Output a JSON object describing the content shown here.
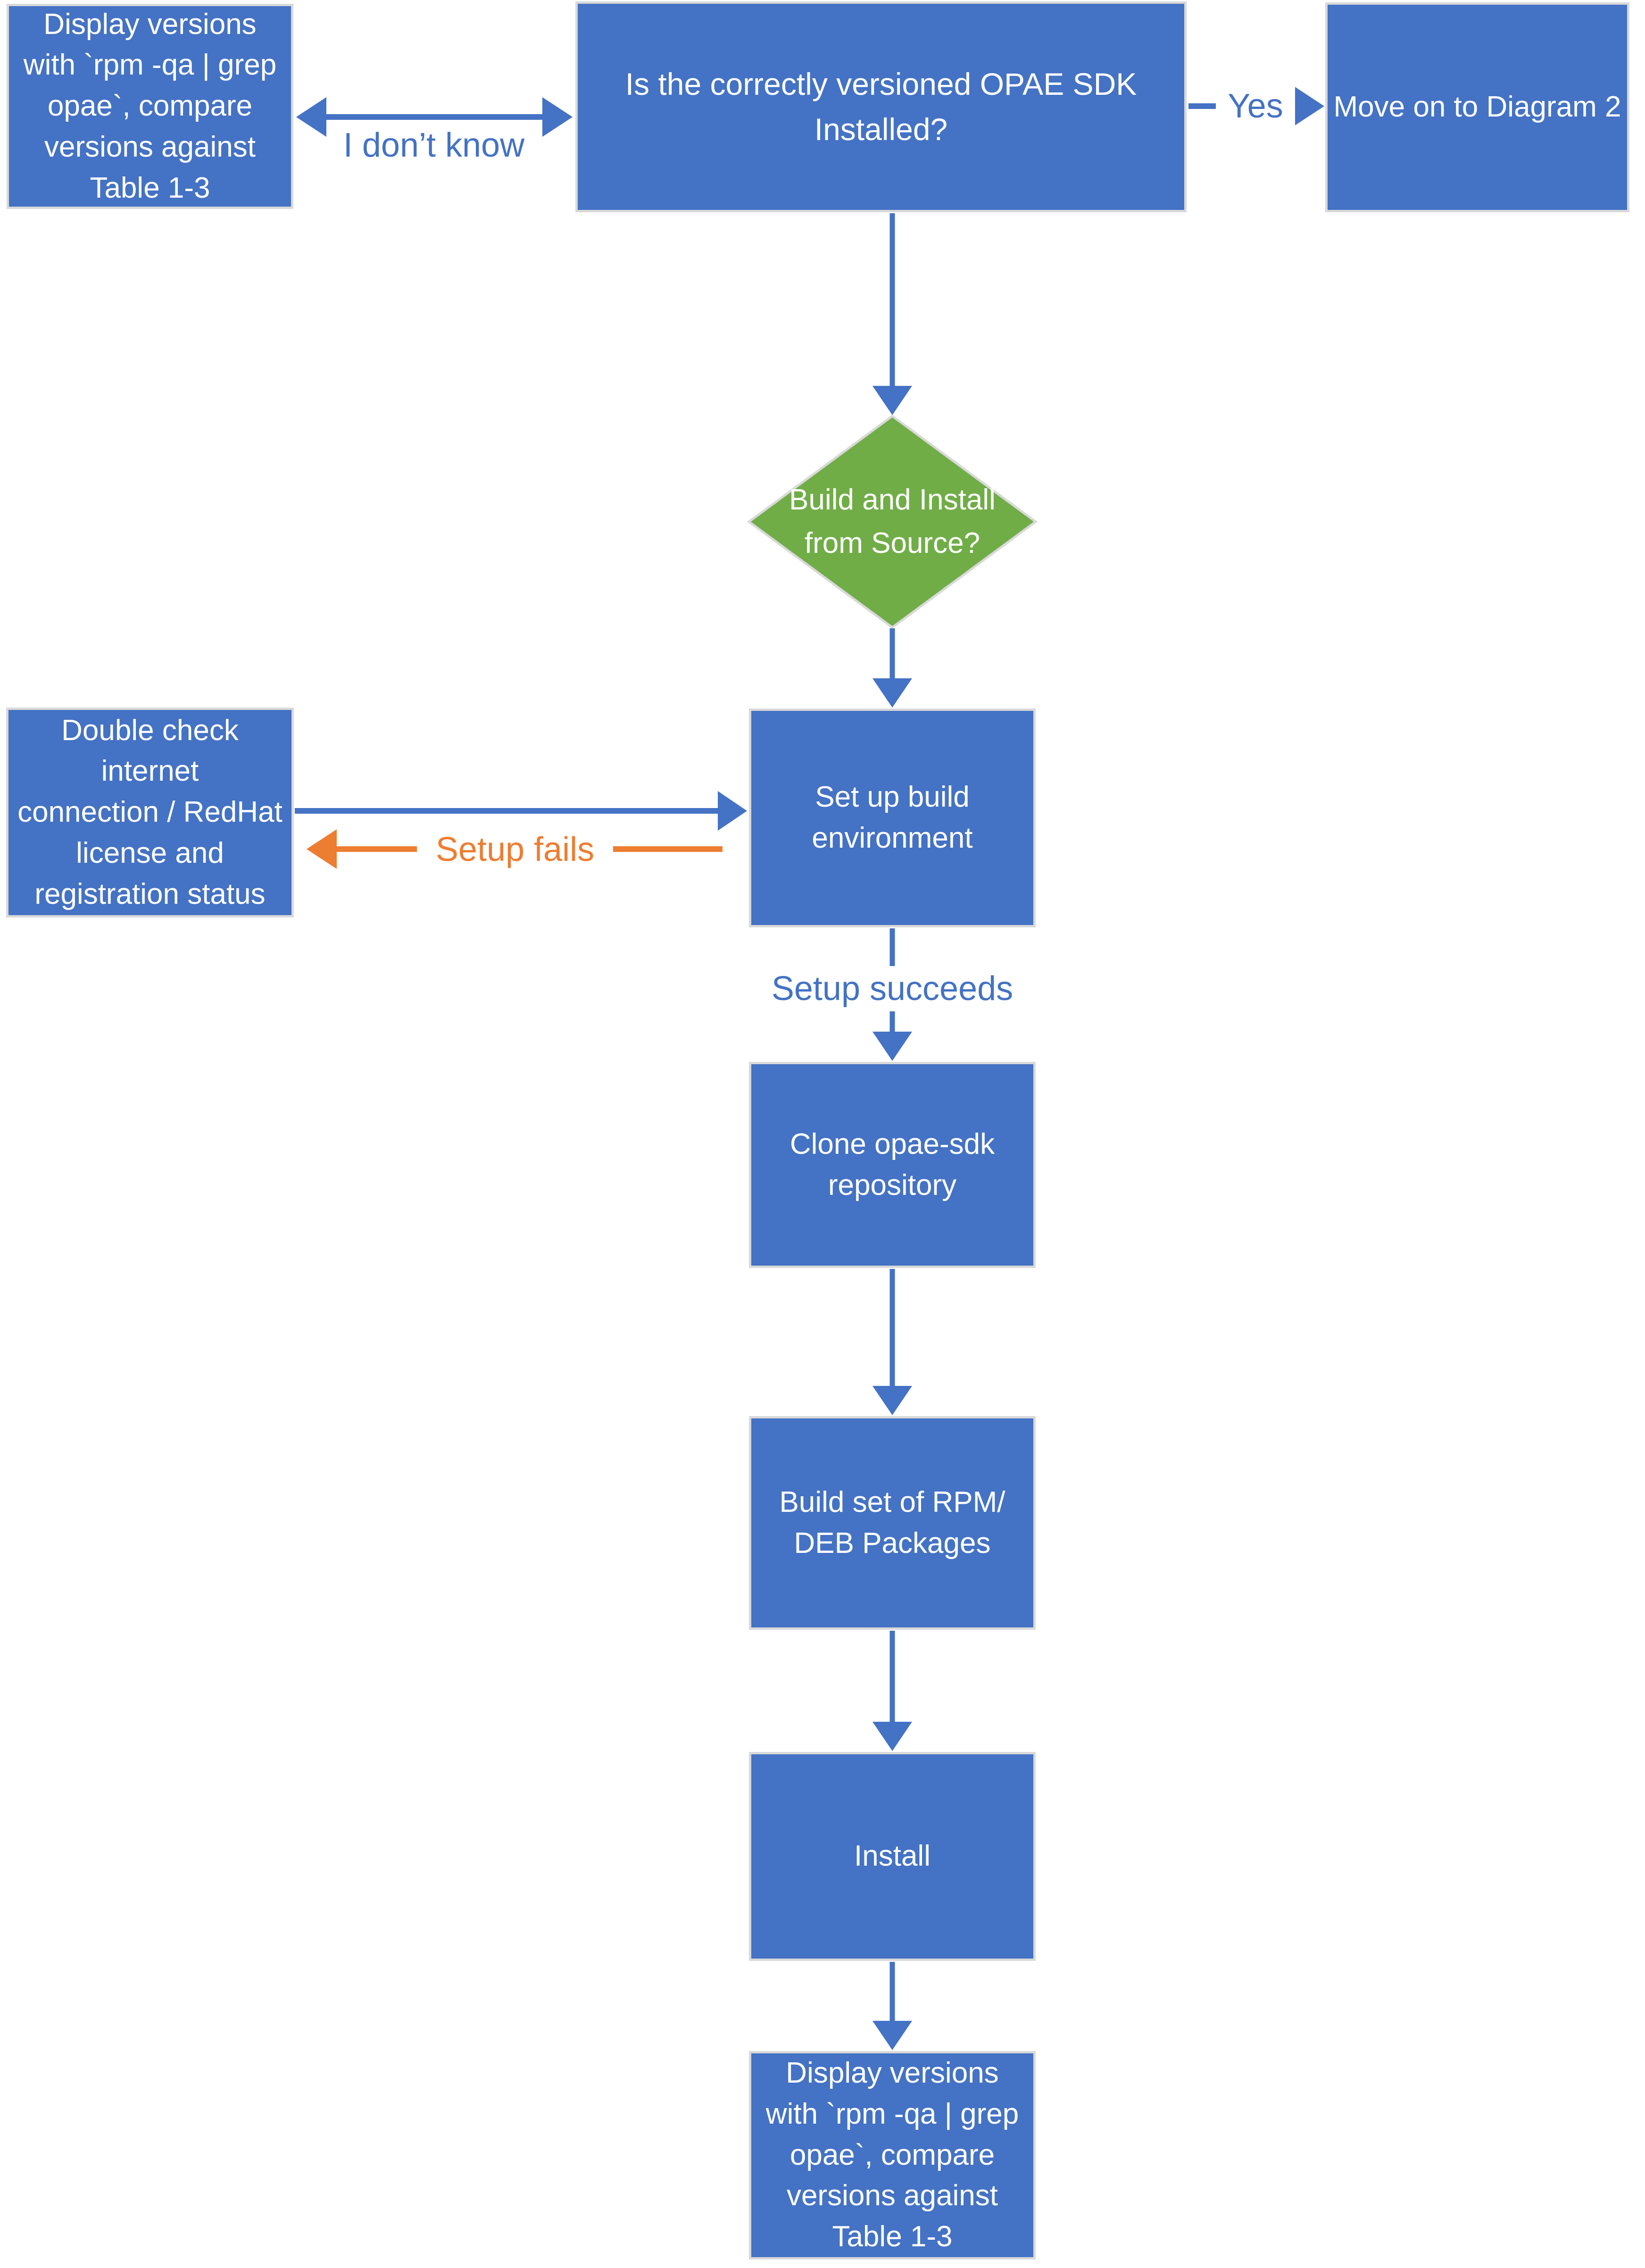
{
  "nodes": {
    "display_versions_top": "Display versions\nwith `rpm -qa | grep\nopae`, compare\nversions against\nTable 1-3",
    "opae_installed": "Is the correctly versioned OPAE SDK\nInstalled?",
    "move_on": "Move on to Diagram 2",
    "build_from_source": "Build and Install\nfrom Source?",
    "double_check": "Double check\ninternet\nconnection / RedHat\nlicense and\nregistration status",
    "setup_env": "Set up build\nenvironment",
    "clone_repo": "Clone opae-sdk\nrepository",
    "build_packages": "Build set of RPM/\nDEB Packages",
    "install": "Install",
    "display_versions_bottom": "Display versions\nwith `rpm -qa | grep\nopae`, compare\nversions against\nTable 1-3"
  },
  "edges": {
    "i_dont_know": "I don’t know",
    "yes": "Yes",
    "setup_fails": "Setup fails",
    "setup_succeeds": "Setup succeeds"
  },
  "colors": {
    "process_fill": "#4472C4",
    "decision_fill": "#70AD47",
    "arrow_blue": "#4472C4",
    "arrow_orange": "#ED7D31",
    "node_text": "#FFFFFF",
    "label_text_blue": "#4472C4",
    "border_gray": "#D9D9D9",
    "background": "#FFFFFF"
  }
}
